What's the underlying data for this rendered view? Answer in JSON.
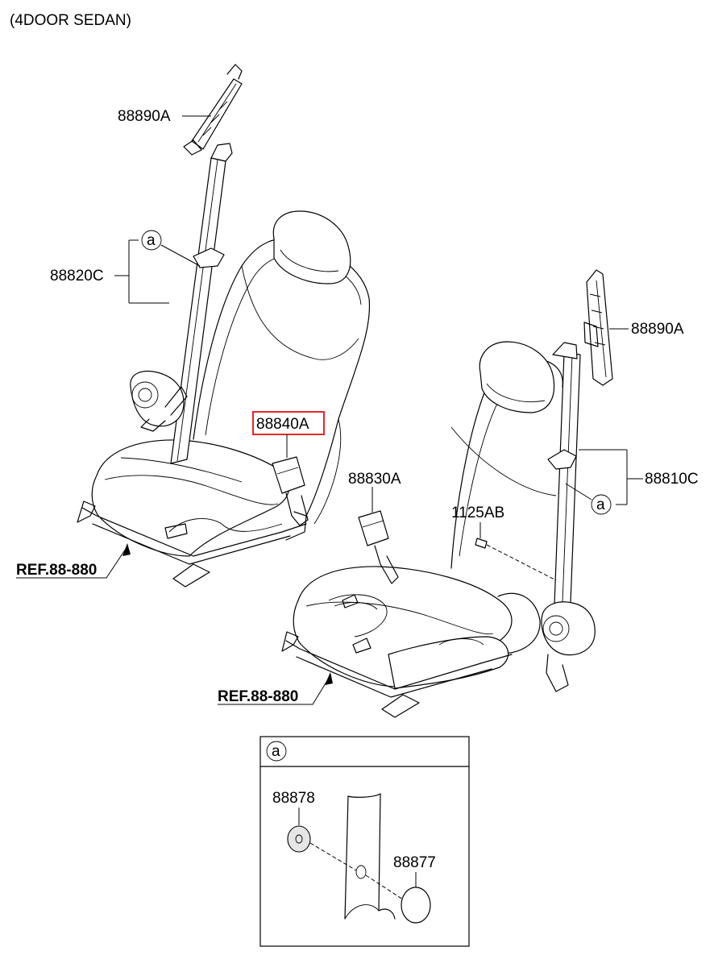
{
  "header": {
    "variant": "(4DOOR SEDAN)"
  },
  "labels": {
    "height_adjuster_left": "88890A",
    "height_adjuster_right": "88890A",
    "belt_assy_left": "88820C",
    "belt_assy_right": "88810C",
    "buckle_left": "88840A",
    "buckle_right": "88830A",
    "bolt": "1125AB",
    "ref_left": "REF.88-880",
    "ref_right": "REF.88-880",
    "detail_washer": "88878",
    "detail_cap": "88877"
  },
  "callouts": {
    "marker": "a"
  },
  "detail_box": {
    "marker": "a"
  },
  "highlight": {
    "part": "88840A",
    "color": "#e8262a"
  }
}
